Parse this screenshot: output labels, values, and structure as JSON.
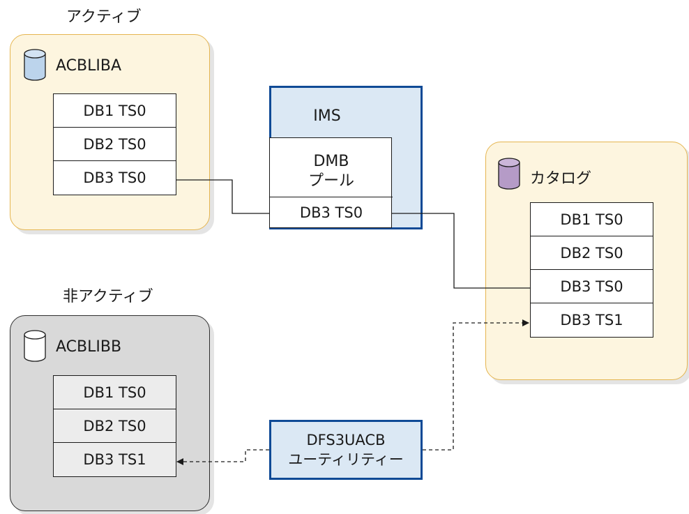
{
  "active": {
    "heading": "アクティブ",
    "library": "ACBLIBA",
    "rows": [
      "DB1 TS0",
      "DB2 TS0",
      "DB3 TS0"
    ]
  },
  "inactive": {
    "heading": "非アクティブ",
    "library": "ACBLIBB",
    "rows": [
      "DB1 TS0",
      "DB2 TS0",
      "DB3 TS1"
    ]
  },
  "ims": {
    "title": "IMS",
    "pool_line1": "DMB",
    "pool_line2": "プール",
    "pool_entry": "DB3 TS0"
  },
  "catalog": {
    "title": "カタログ",
    "rows": [
      "DB1 TS0",
      "DB2 TS0",
      "DB3 TS0",
      "DB3 TS1"
    ]
  },
  "utility": {
    "line1": "DFS3UACB",
    "line2": "ユーティリティー"
  },
  "colors": {
    "active_panel": "#fdf5df",
    "active_border": "#e5b54f",
    "inactive_panel": "#d9d9d9",
    "ims_fill": "#dbe8f4",
    "ims_border": "#0f4a96",
    "acbliba_cylinder": "#bcd4ec",
    "acblibb_cylinder": "#ffffff",
    "catalog_cylinder": "#b59bc7"
  },
  "icons": {
    "acbliba": "database-cylinder-icon",
    "acblibb": "database-cylinder-icon",
    "catalog": "database-cylinder-icon"
  }
}
